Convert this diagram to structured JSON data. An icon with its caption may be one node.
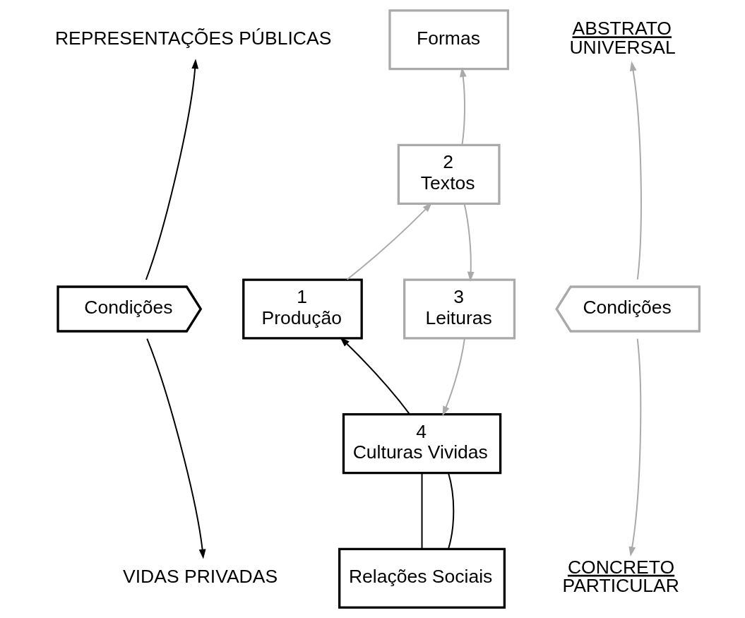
{
  "diagram": {
    "nodes": [
      {
        "text": [
          "REPRESENTAÇÕES PÚBLICAS"
        ]
      },
      {
        "text": [
          "Formas"
        ]
      },
      {
        "text": [
          "ABSTRATO",
          "UNIVERSAL"
        ]
      },
      {
        "text": [
          "2",
          "Textos"
        ]
      },
      {
        "text": [
          "Condições"
        ]
      },
      {
        "text": [
          "1",
          "Produção"
        ]
      },
      {
        "text": [
          "3",
          "Leituras"
        ]
      },
      {
        "text": [
          "Condições"
        ]
      },
      {
        "text": [
          "4",
          "Culturas Vividas"
        ]
      },
      {
        "text": [
          "VIDAS PRIVADAS"
        ]
      },
      {
        "text": [
          "Relações Sociais"
        ]
      },
      {
        "text": [
          "CONCRETO",
          "PARTICULAR"
        ]
      }
    ],
    "edges": [
      {
        "from": 4,
        "to": 0,
        "arrow": "to",
        "color": "#000000"
      },
      {
        "from": 4,
        "to": 9,
        "arrow": "to",
        "color": "#000000"
      },
      {
        "from": 3,
        "to": 1,
        "arrow": "to"
      },
      {
        "from": 7,
        "to": 2,
        "arrow": "to"
      },
      {
        "from": 7,
        "to": 11,
        "arrow": "to"
      },
      {
        "from": 5,
        "to": 3,
        "arrow": "to"
      },
      {
        "from": 3,
        "to": 6,
        "arrow": "to"
      },
      {
        "from": 6,
        "to": 8,
        "arrow": "to"
      },
      {
        "from": 8,
        "to": 5,
        "arrow": "to",
        "color": "#000000"
      },
      {
        "from": 8,
        "to": 10,
        "arrow": "none",
        "color": "#000000"
      },
      {
        "from": 8,
        "to": 10,
        "arrow": "none",
        "color": "#000000"
      }
    ]
  }
}
